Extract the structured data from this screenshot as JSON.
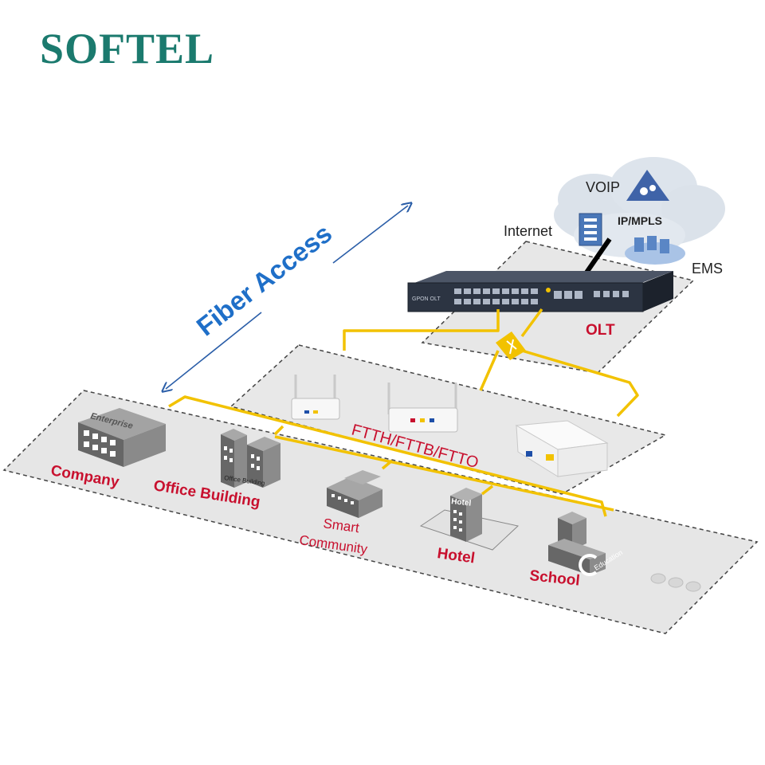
{
  "brand": {
    "name": "SOFTEL",
    "color": "#1b7a6e"
  },
  "colors": {
    "fiber": "#f2c200",
    "label_red": "#c8102e",
    "fiber_access_blue": "#1f6fc8",
    "cloud": "#dfe6ee",
    "panel": "#e6e6e6"
  },
  "core_network": {
    "voip_label": "VOIP",
    "ipmpls_label": "IP/MPLS",
    "internet_label": "Internet",
    "ems_label": "EMS"
  },
  "olt": {
    "label": "OLT",
    "device_text": "GPON OLT"
  },
  "onu_zone": {
    "label": "FTTH/FTTB/FTTO"
  },
  "fiber_access": {
    "label": "Fiber Access"
  },
  "sites": {
    "company": {
      "label": "Company",
      "sign": "Enterprise"
    },
    "office": {
      "label": "Office Building",
      "sign": "Office Building"
    },
    "community": {
      "label_line1": "Smart",
      "label_line2": "Community"
    },
    "hotel": {
      "label": "Hotel",
      "sign": "Hotel"
    },
    "school": {
      "label": "School",
      "sign": "Education"
    }
  },
  "more_icon": "ellipsis-dots"
}
